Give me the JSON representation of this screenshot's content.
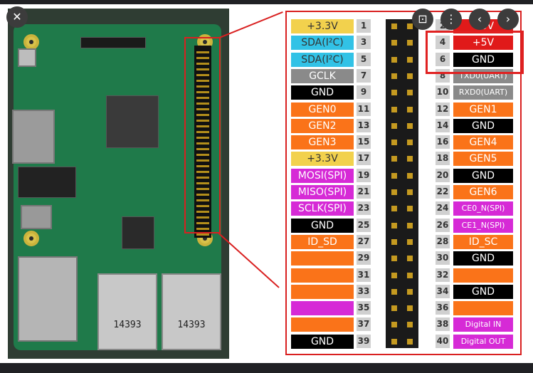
{
  "overlay": {
    "close_icon": "close-icon",
    "lens_icon": "lens-icon",
    "more_icon": "more-vertical-icon",
    "prev_icon": "chevron-left-icon",
    "next_icon": "chevron-right-icon"
  },
  "board": {
    "usb_port_1_label": "14393",
    "usb_port_2_label": "14393"
  },
  "colors": {
    "yellow": "#f2d14d",
    "cyan": "#32c2e6",
    "gray": "#8a8a8a",
    "black": "#000000",
    "orange": "#fa7319",
    "magenta": "#d62ad6",
    "red": "#e01a1a",
    "highlight": "#e02121"
  },
  "pinout": {
    "left": [
      {
        "label": "+3.3V",
        "number": "1",
        "color": "yellow"
      },
      {
        "label": "SDA(I²C)",
        "number": "3",
        "color": "cyan"
      },
      {
        "label": "SDA(I²C)",
        "number": "5",
        "color": "cyan"
      },
      {
        "label": "GCLK",
        "number": "7",
        "color": "gray"
      },
      {
        "label": "GND",
        "number": "9",
        "color": "black"
      },
      {
        "label": "GEN0",
        "number": "11",
        "color": "orange"
      },
      {
        "label": "GEN2",
        "number": "13",
        "color": "orange"
      },
      {
        "label": "GEN3",
        "number": "15",
        "color": "orange"
      },
      {
        "label": "+3.3V",
        "number": "17",
        "color": "yellow"
      },
      {
        "label": "MOSI(SPI)",
        "number": "19",
        "color": "magenta"
      },
      {
        "label": "MISO(SPI)",
        "number": "21",
        "color": "magenta"
      },
      {
        "label": "SCLK(SPI)",
        "number": "23",
        "color": "magenta"
      },
      {
        "label": "GND",
        "number": "25",
        "color": "black"
      },
      {
        "label": "ID_SD",
        "number": "27",
        "color": "orange"
      },
      {
        "label": "",
        "number": "29",
        "color": "orange"
      },
      {
        "label": "",
        "number": "31",
        "color": "orange"
      },
      {
        "label": "",
        "number": "33",
        "color": "orange"
      },
      {
        "label": "",
        "number": "35",
        "color": "magenta"
      },
      {
        "label": "",
        "number": "37",
        "color": "orange"
      },
      {
        "label": "GND",
        "number": "39",
        "color": "black"
      }
    ],
    "right": [
      {
        "label": "+5V",
        "number": "2",
        "color": "red"
      },
      {
        "label": "+5V",
        "number": "4",
        "color": "red"
      },
      {
        "label": "GND",
        "number": "6",
        "color": "black"
      },
      {
        "label": "TXD0(UART)",
        "number": "8",
        "color": "gray"
      },
      {
        "label": "RXD0(UART)",
        "number": "10",
        "color": "gray"
      },
      {
        "label": "GEN1",
        "number": "12",
        "color": "orange"
      },
      {
        "label": "GND",
        "number": "14",
        "color": "black"
      },
      {
        "label": "GEN4",
        "number": "16",
        "color": "orange"
      },
      {
        "label": "GEN5",
        "number": "18",
        "color": "orange"
      },
      {
        "label": "GND",
        "number": "20",
        "color": "black"
      },
      {
        "label": "GEN6",
        "number": "22",
        "color": "orange"
      },
      {
        "label": "CE0_N(SPI)",
        "number": "24",
        "color": "magenta"
      },
      {
        "label": "CE1_N(SPI)",
        "number": "26",
        "color": "magenta"
      },
      {
        "label": "ID_SC",
        "number": "28",
        "color": "orange"
      },
      {
        "label": "GND",
        "number": "30",
        "color": "black"
      },
      {
        "label": "",
        "number": "32",
        "color": "orange"
      },
      {
        "label": "GND",
        "number": "34",
        "color": "black"
      },
      {
        "label": "",
        "number": "36",
        "color": "orange"
      },
      {
        "label": "Digital IN",
        "number": "38",
        "color": "magenta"
      },
      {
        "label": "Digital OUT",
        "number": "40",
        "color": "magenta"
      }
    ]
  }
}
